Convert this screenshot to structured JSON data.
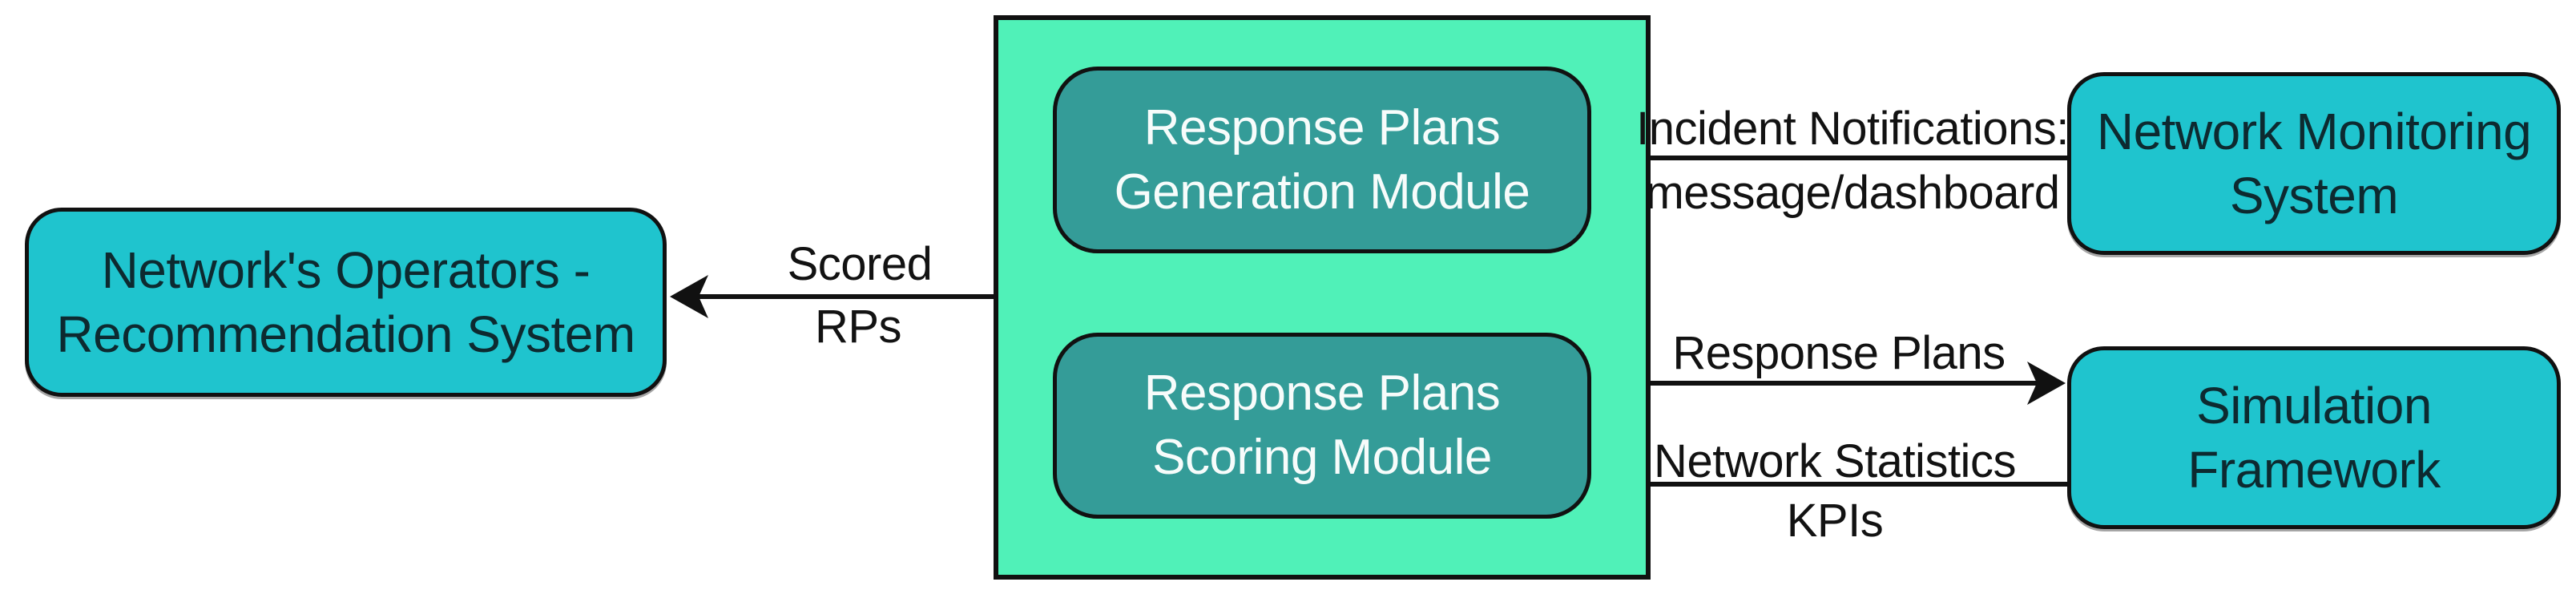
{
  "diagram": {
    "colors": {
      "background": "#ffffff",
      "box_fill": "#1fc4ce",
      "container_fill": "#50f1b8",
      "module_fill": "#349c98",
      "border": "#111111",
      "box_text": "#0d2a30",
      "module_text": "#f7fcfb",
      "label_text": "#121212",
      "arrow": "#111111"
    },
    "nodes": {
      "operators": {
        "lines": [
          "Network's Operators -",
          "Recommendation System"
        ]
      },
      "generation_module": {
        "lines": [
          "Response Plans",
          "Generation Module"
        ]
      },
      "scoring_module": {
        "lines": [
          "Response Plans",
          "Scoring Module"
        ]
      },
      "monitoring": {
        "lines": [
          "Network Monitoring",
          "System"
        ]
      },
      "simulation": {
        "lines": [
          "Simulation",
          "Framework"
        ]
      }
    },
    "edge_labels": {
      "scored_line1": "Scored",
      "scored_line2": "RPs",
      "incident_line1": "Incident Notifications:",
      "incident_line2": "message/dashboard",
      "response_plans": "Response Plans",
      "network_statistics": "Network Statistics",
      "kpis": "KPIs"
    }
  }
}
